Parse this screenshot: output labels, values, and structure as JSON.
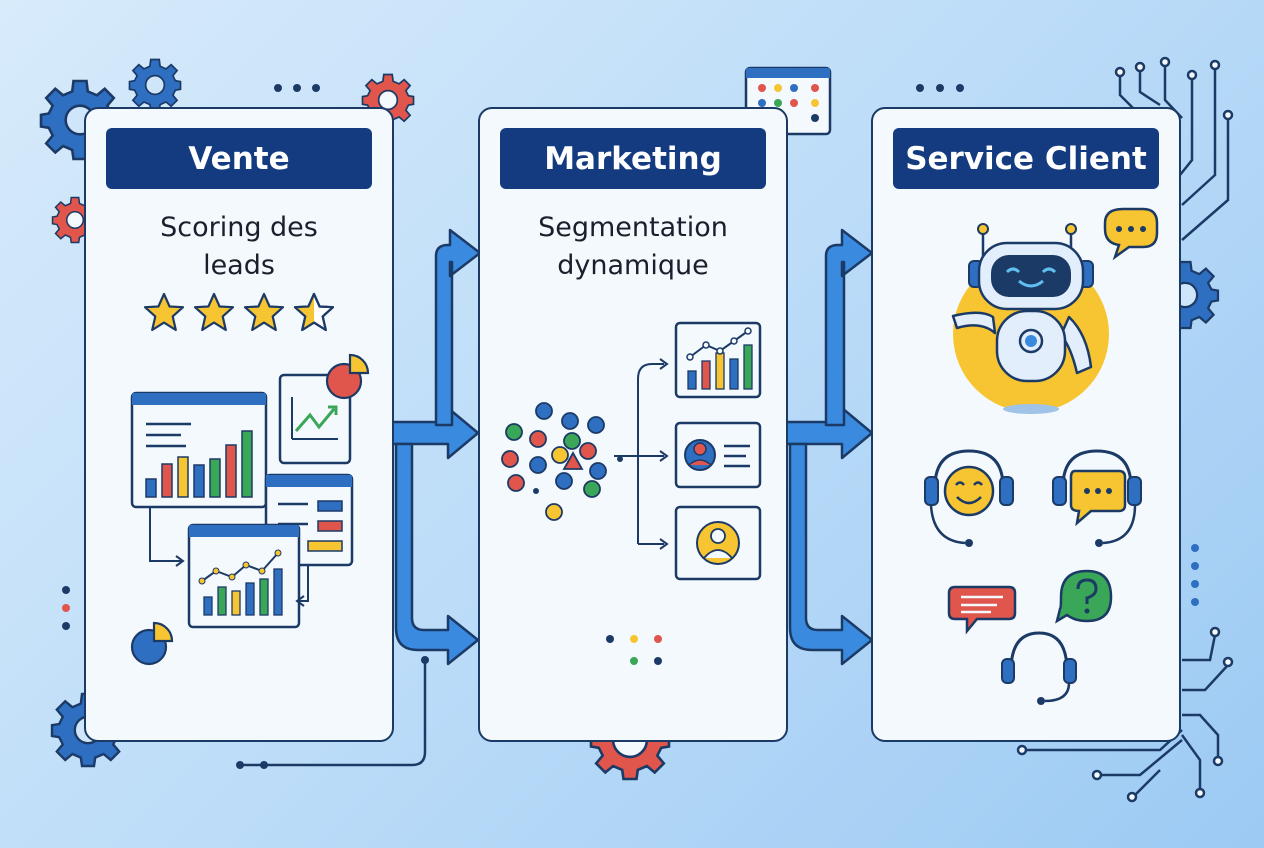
{
  "columns": [
    {
      "id": "vente",
      "title": "Vente",
      "subtitle_lines": [
        "Scoring des",
        "leads"
      ],
      "rating": 3.5,
      "rating_max": 4
    },
    {
      "id": "marketing",
      "title": "Marketing",
      "subtitle_lines": [
        "Segmentation",
        "dynamique"
      ]
    },
    {
      "id": "service",
      "title": "Service Client",
      "subtitle_lines": []
    }
  ],
  "colors": {
    "title_bar": "#143b80",
    "panel_border": "#1c3a66",
    "panel_fill": "#f4f9fe",
    "arrow": "#2f7fd6",
    "star": "#f7c531",
    "gear_blue": "#2e6fc2",
    "gear_red": "#e0554c"
  },
  "icons": [
    "gear-icon",
    "star-icon",
    "bar-chart-icon",
    "pie-chart-icon",
    "line-chart-icon",
    "user-card-icon",
    "robot-icon",
    "chat-bubble-icon",
    "headset-icon",
    "question-bubble-icon",
    "circuit-icon"
  ]
}
